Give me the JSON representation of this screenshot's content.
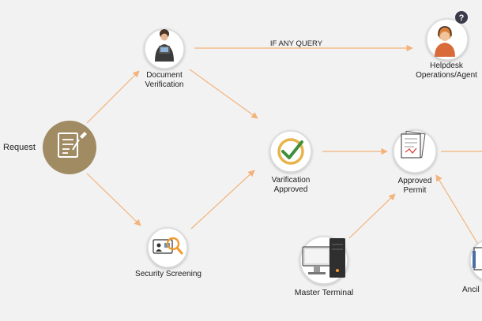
{
  "nodes": {
    "request": {
      "label": "Request"
    },
    "document_verification": {
      "lines": [
        "Document",
        "Verification"
      ]
    },
    "security_screening": {
      "label": "Security Screening"
    },
    "verification_approved": {
      "lines": [
        "Varification",
        "Approved"
      ]
    },
    "approved_permit": {
      "lines": [
        "Approved",
        "Permit"
      ]
    },
    "helpdesk": {
      "lines": [
        "Helpdesk",
        "Operations/Agent"
      ]
    },
    "master_terminal": {
      "label": "Master Terminal"
    },
    "ancillary": {
      "label": "Ancil"
    }
  },
  "edges": {
    "query_label": "IF ANY QUERY"
  },
  "colors": {
    "arrow": "#f4b37a",
    "request_fill": "#a08b63",
    "check_green": "#3f8f3a",
    "check_ring": "#e7b34a",
    "magnifier": "#f29a2c"
  }
}
